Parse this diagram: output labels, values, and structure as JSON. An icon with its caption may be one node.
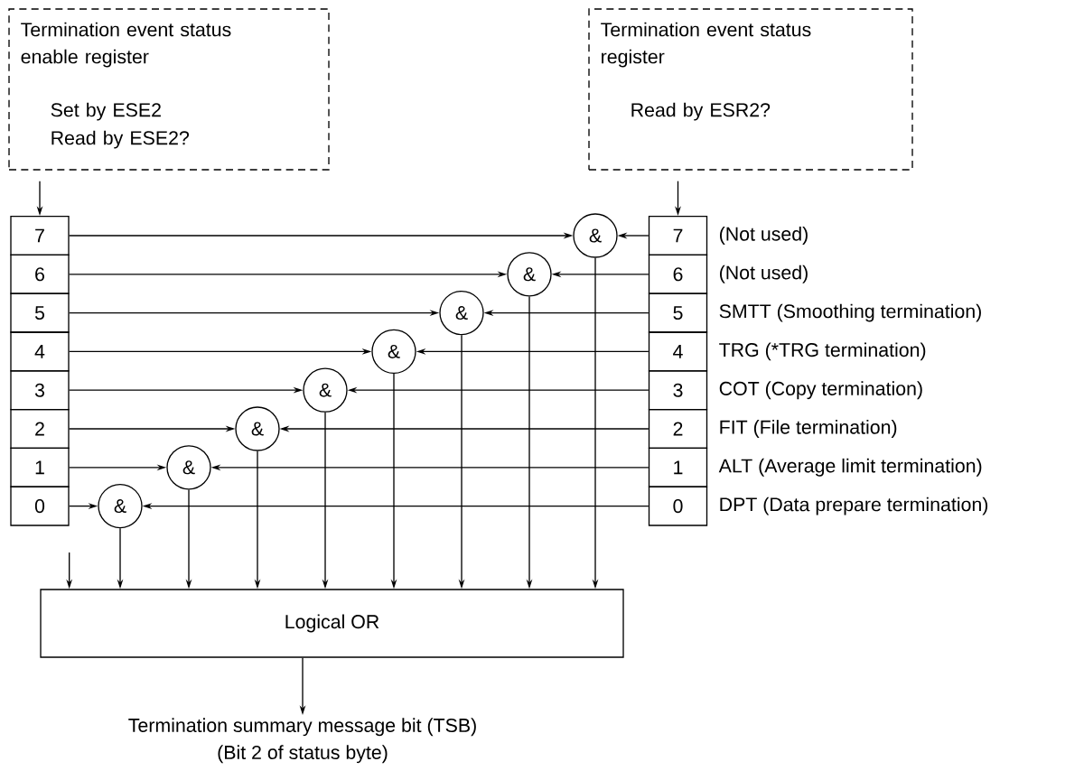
{
  "diagram": {
    "nodes": [
      {
        "text": [
          "Termination event status enable register",
          "Set by ESE2",
          "Read by ESE2?"
        ]
      },
      {
        "text": [
          "Termination event status register",
          "Read by ESR2?"
        ]
      },
      {
        "text": [
          "7"
        ]
      },
      {
        "text": [
          "6"
        ]
      },
      {
        "text": [
          "5"
        ]
      },
      {
        "text": [
          "4"
        ]
      },
      {
        "text": [
          "3"
        ]
      },
      {
        "text": [
          "2"
        ]
      },
      {
        "text": [
          "1"
        ]
      },
      {
        "text": [
          "0"
        ]
      },
      {
        "text": [
          "7"
        ],
        "beside": [
          "(Not used)"
        ]
      },
      {
        "text": [
          "6"
        ],
        "beside": [
          "(Not used)"
        ]
      },
      {
        "text": [
          "5"
        ],
        "beside": [
          "SMTT (Smoothing termination)"
        ]
      },
      {
        "text": [
          "4"
        ],
        "beside": [
          "TRG (*TRG termination)"
        ]
      },
      {
        "text": [
          "3"
        ],
        "beside": [
          "COT (Copy termination)"
        ]
      },
      {
        "text": [
          "2"
        ],
        "beside": [
          "FIT (File termination)"
        ]
      },
      {
        "text": [
          "1"
        ],
        "beside": [
          "ALT (Average limit termination)"
        ]
      },
      {
        "text": [
          "0"
        ],
        "beside": [
          "DPT (Data prepare termination)"
        ]
      },
      {
        "text": [
          "&"
        ]
      },
      {
        "text": [
          "&"
        ]
      },
      {
        "text": [
          "&"
        ]
      },
      {
        "text": [
          "&"
        ]
      },
      {
        "text": [
          "&"
        ]
      },
      {
        "text": [
          "&"
        ]
      },
      {
        "text": [
          "&"
        ]
      },
      {
        "text": [
          "&"
        ]
      },
      {
        "text": [
          "Logical OR"
        ]
      },
      {
        "text": [
          "Termination summary message bit (TSB)",
          "(Bit 2 of status byte)"
        ]
      }
    ],
    "edges": [
      {
        "from": 0,
        "to": 2,
        "arrow": "to"
      },
      {
        "from": 1,
        "to": 10,
        "arrow": "to"
      },
      {
        "from": 2,
        "to": 18,
        "arrow": "to"
      },
      {
        "from": 10,
        "to": 18,
        "arrow": "to"
      },
      {
        "from": 18,
        "to": 26,
        "arrow": "to"
      },
      {
        "from": 3,
        "to": 19,
        "arrow": "to"
      },
      {
        "from": 11,
        "to": 19,
        "arrow": "to"
      },
      {
        "from": 19,
        "to": 26,
        "arrow": "to"
      },
      {
        "from": 4,
        "to": 20,
        "arrow": "to"
      },
      {
        "from": 12,
        "to": 20,
        "arrow": "to"
      },
      {
        "from": 20,
        "to": 26,
        "arrow": "to"
      },
      {
        "from": 5,
        "to": 21,
        "arrow": "to"
      },
      {
        "from": 13,
        "to": 21,
        "arrow": "to"
      },
      {
        "from": 21,
        "to": 26,
        "arrow": "to"
      },
      {
        "from": 6,
        "to": 22,
        "arrow": "to"
      },
      {
        "from": 14,
        "to": 22,
        "arrow": "to"
      },
      {
        "from": 22,
        "to": 26,
        "arrow": "to"
      },
      {
        "from": 7,
        "to": 23,
        "arrow": "to"
      },
      {
        "from": 15,
        "to": 23,
        "arrow": "to"
      },
      {
        "from": 23,
        "to": 26,
        "arrow": "to"
      },
      {
        "from": 8,
        "to": 24,
        "arrow": "to"
      },
      {
        "from": 16,
        "to": 24,
        "arrow": "to"
      },
      {
        "from": 24,
        "to": 26,
        "arrow": "to"
      },
      {
        "from": 9,
        "to": 25,
        "arrow": "to"
      },
      {
        "from": 17,
        "to": 25,
        "arrow": "to"
      },
      {
        "from": 25,
        "to": 26,
        "arrow": "to"
      },
      {
        "from": 9,
        "to": 26,
        "arrow": "to"
      },
      {
        "from": 26,
        "to": 27,
        "arrow": "to"
      }
    ]
  }
}
